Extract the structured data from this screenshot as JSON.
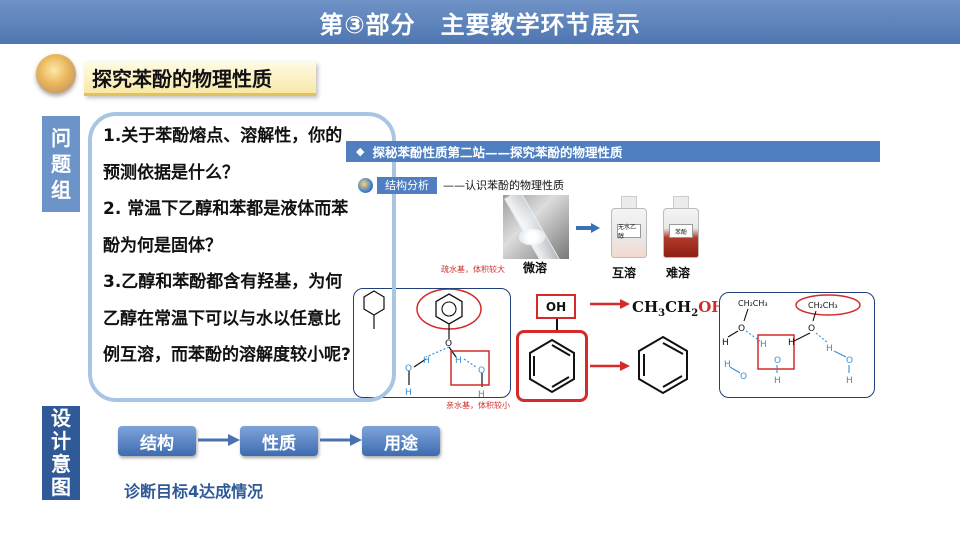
{
  "header": {
    "title": "第③部分　主要教学环节展示"
  },
  "section": {
    "title": "探究苯酚的物理性质"
  },
  "labels": {
    "question_group": [
      "问",
      "题",
      "组"
    ],
    "design_intent": [
      "设",
      "计",
      "意",
      "图"
    ]
  },
  "questions": [
    "1.关于苯酚熔点、溶解性，你的",
    "预测依据是什么？",
    "2. 常温下乙醇和苯都是液体而苯",
    "酚为何是固体？",
    "3.乙醇和苯酚都含有羟基，为何",
    "乙醇在常温下可以与水以任意比",
    "例互溶，而苯酚的溶解度较小呢?"
  ],
  "panel": {
    "bar_title": "探秘苯酚性质第二站——探究苯酚的物理性质",
    "analysis_tag": "结构分析",
    "analysis_desc": "——认识苯酚的物理性质",
    "captions": {
      "slightly_soluble": "微溶",
      "miscible": "互溶",
      "insoluble": "难溶"
    },
    "notes": {
      "hydrophobic": "疏水基，体积较大",
      "hydrophilic": "亲水基，体积较小"
    },
    "oh_label": "OH",
    "formula_prefix": "CH",
    "formula_sub1": "3",
    "formula_mid": "CH",
    "formula_sub2": "2",
    "formula_oh": "OH",
    "atoms": {
      "O": "O",
      "H": "H",
      "ch2ch3": "CH₂CH₃"
    },
    "bottle_labels": [
      "无水乙醇",
      "苯酚"
    ]
  },
  "flow": {
    "steps": [
      "结构",
      "性质",
      "用途"
    ]
  },
  "goal": {
    "text": "诊断目标4达成情况"
  },
  "colors": {
    "header": "#5b82bd",
    "accent_red": "#d42a2a",
    "panel_blue": "#4f7fc0"
  }
}
